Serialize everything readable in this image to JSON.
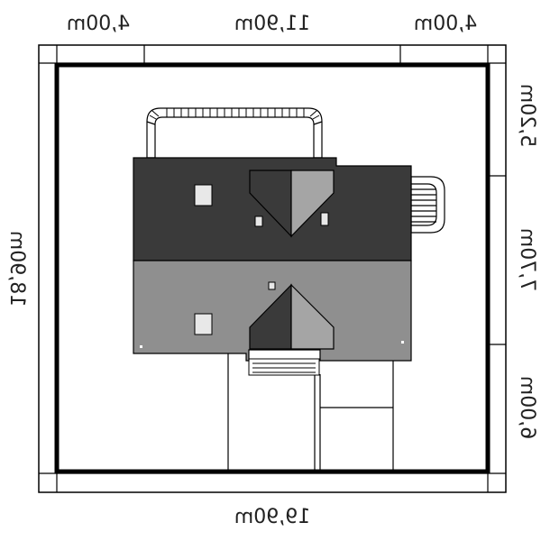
{
  "dimensions": {
    "top_left": "4,00m",
    "top_center": "11,90m",
    "top_right": "4,00m",
    "bottom": "19,90m",
    "left": "18,90m",
    "right_top": "5,20m",
    "right_middle": "7,70m",
    "right_bottom": "6,00m"
  },
  "colors": {
    "roof_dark": "#3a3a3a",
    "roof_light": "#8f8f8f",
    "roof_mid": "#a5a5a5",
    "outline": "#000000",
    "background": "#ffffff"
  }
}
